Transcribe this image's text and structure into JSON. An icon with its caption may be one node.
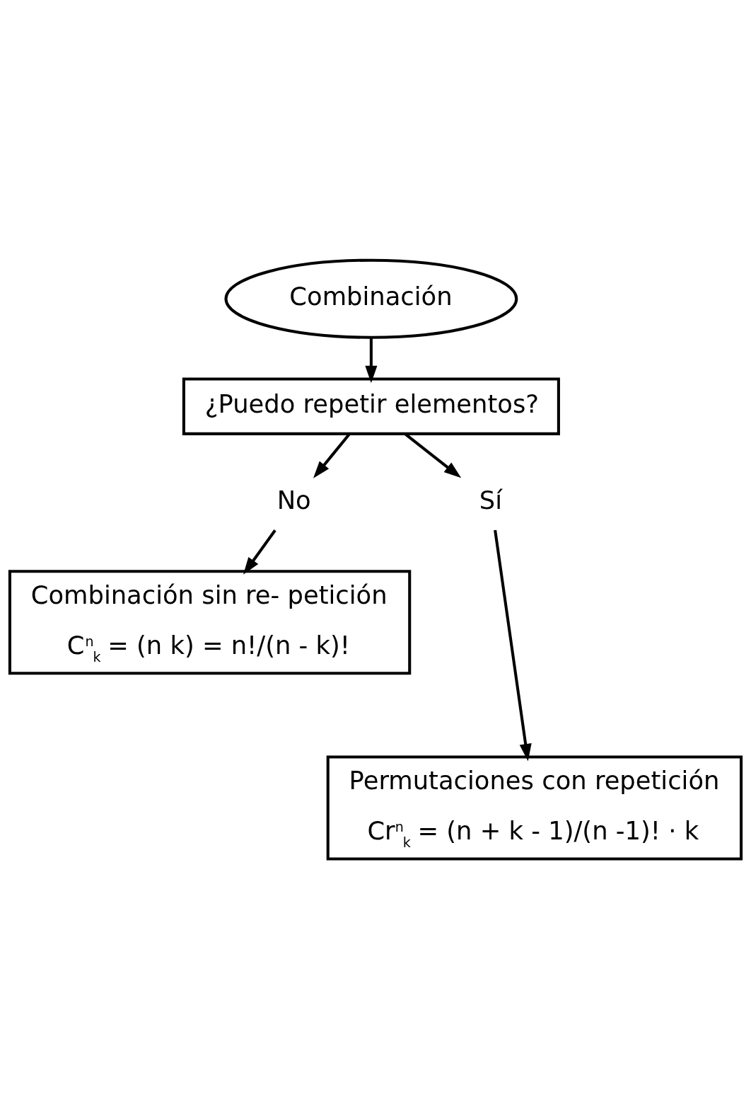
{
  "diagram": {
    "nodes": [
      {
        "text": [
          "Combinación"
        ]
      },
      {
        "text": [
          "¿Puedo repetir elementos?"
        ]
      },
      {
        "text": [
          "No"
        ]
      },
      {
        "text": [
          "Sí"
        ]
      },
      {
        "text": [
          "Combinación sin re- petición",
          "C$^{n}$$_{k}$ = (n k) = n!/(n - k)!"
        ]
      },
      {
        "text": [
          "Permutaciones con repetición",
          "Cr$^{n}$$_{k}$ = (n + k - 1)/(n -1)! · k"
        ]
      }
    ],
    "edges": [
      {
        "from": 0,
        "to": 1,
        "arrow": "to"
      },
      {
        "from": 1,
        "to": 2,
        "arrow": "to"
      },
      {
        "from": 1,
        "to": 3,
        "arrow": "to"
      },
      {
        "from": 2,
        "to": 4,
        "arrow": "to"
      },
      {
        "from": 3,
        "to": 5,
        "arrow": "to"
      }
    ]
  }
}
